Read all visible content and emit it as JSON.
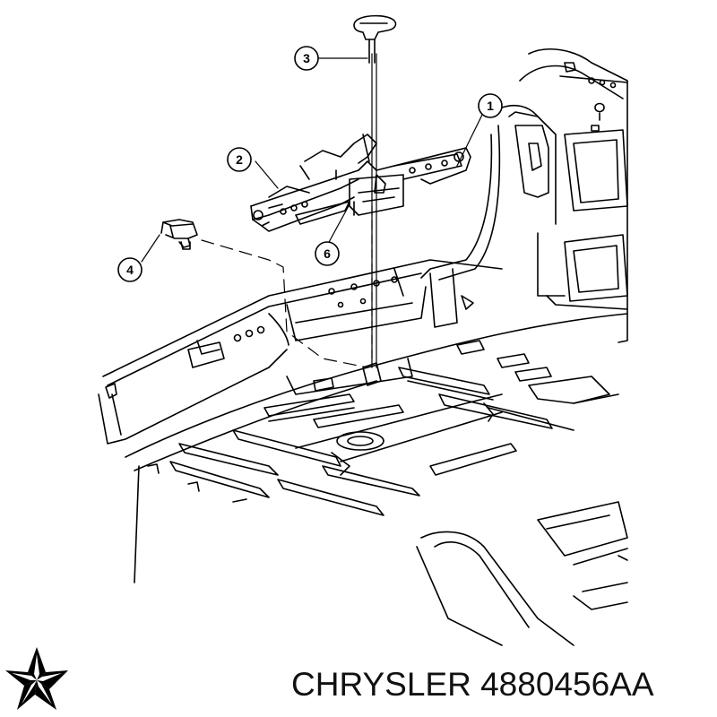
{
  "callouts": [
    {
      "label": "1"
    },
    {
      "label": "2"
    },
    {
      "label": "3"
    },
    {
      "label": "4"
    },
    {
      "label": "6"
    }
  ],
  "logo": {
    "icon": "chrysler-pentastar-icon",
    "color": "#000000"
  },
  "caption": {
    "brand": "CHRYSLER",
    "part_number": "4880456AA",
    "text": "CHRYSLER 4880456AA"
  }
}
